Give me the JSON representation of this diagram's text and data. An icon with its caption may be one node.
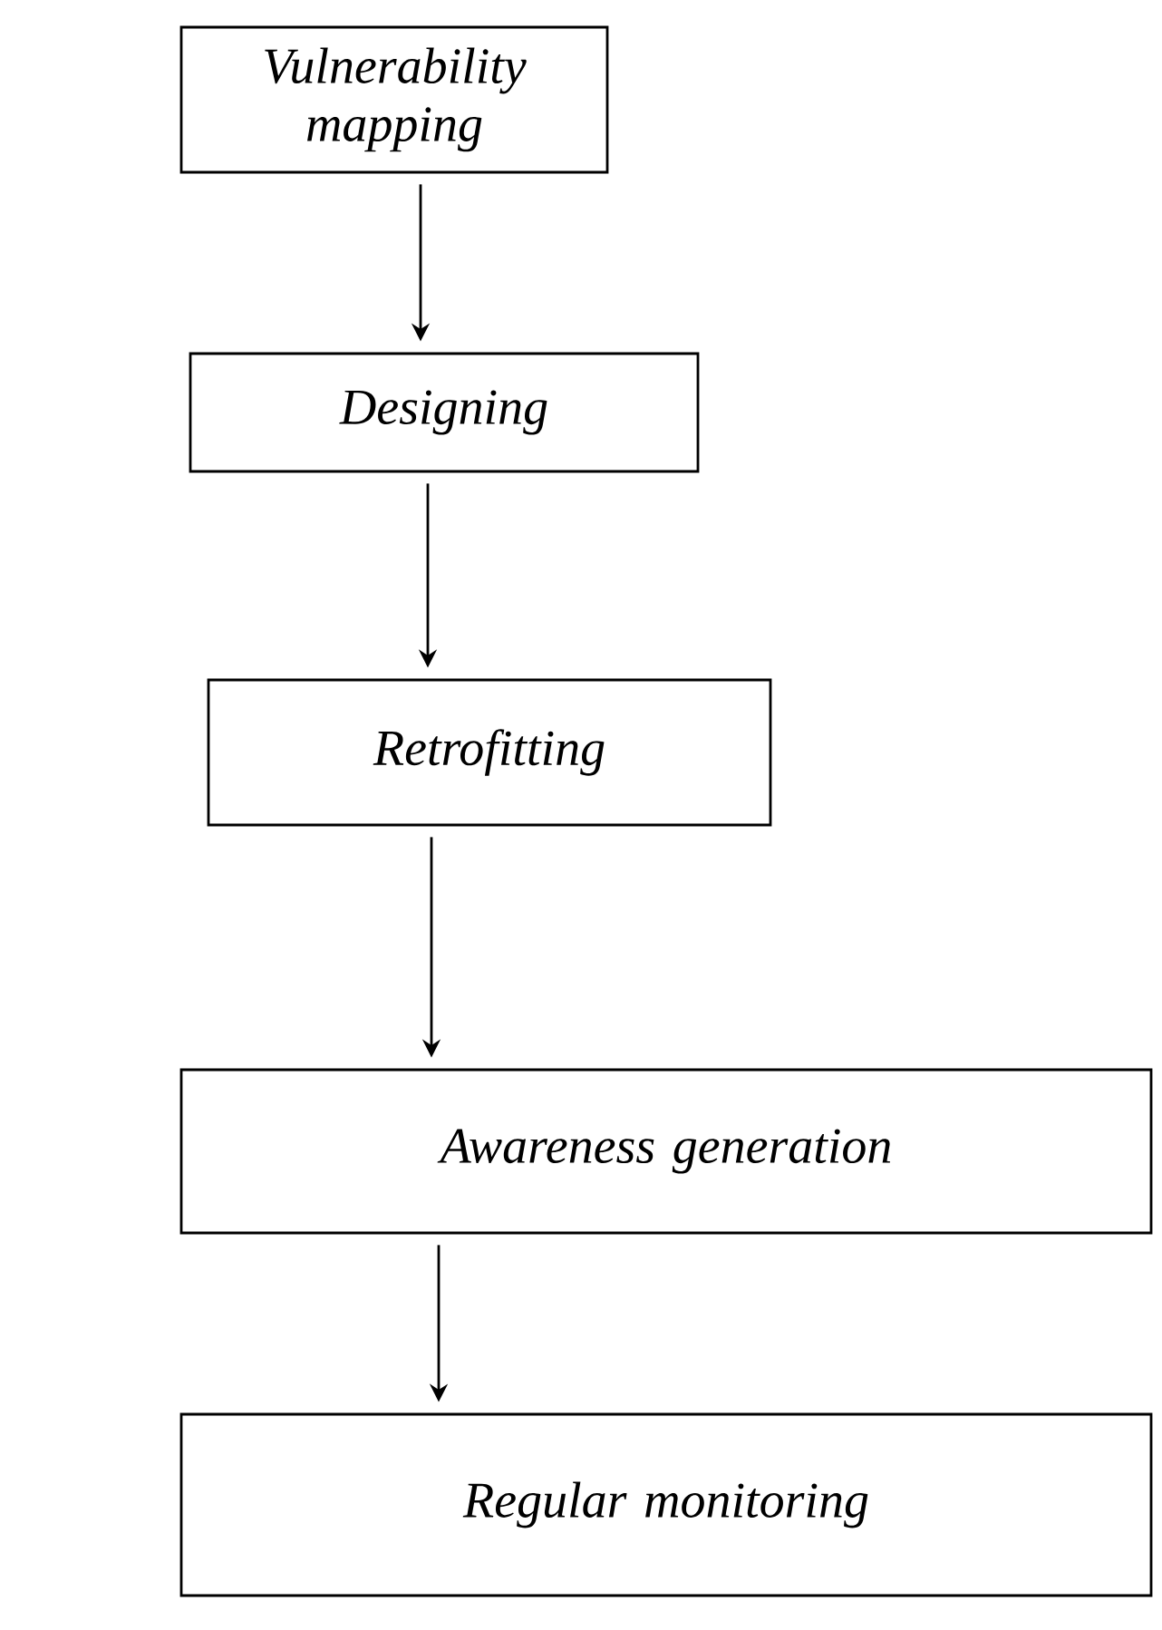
{
  "diagram": {
    "nodes": [
      {
        "text": [
          "Vulnerability mapping"
        ]
      },
      {
        "text": [
          "Designing"
        ]
      },
      {
        "text": [
          "Retrofitting"
        ]
      },
      {
        "text": [
          "Awareness generation"
        ]
      },
      {
        "text": [
          "Regular monitoring"
        ]
      }
    ],
    "edges": [
      {
        "from": 0,
        "to": 1,
        "arrow": "to"
      },
      {
        "from": 1,
        "to": 2,
        "arrow": "to"
      },
      {
        "from": 2,
        "to": 3,
        "arrow": "to"
      },
      {
        "from": 3,
        "to": 4,
        "arrow": "to"
      }
    ]
  }
}
